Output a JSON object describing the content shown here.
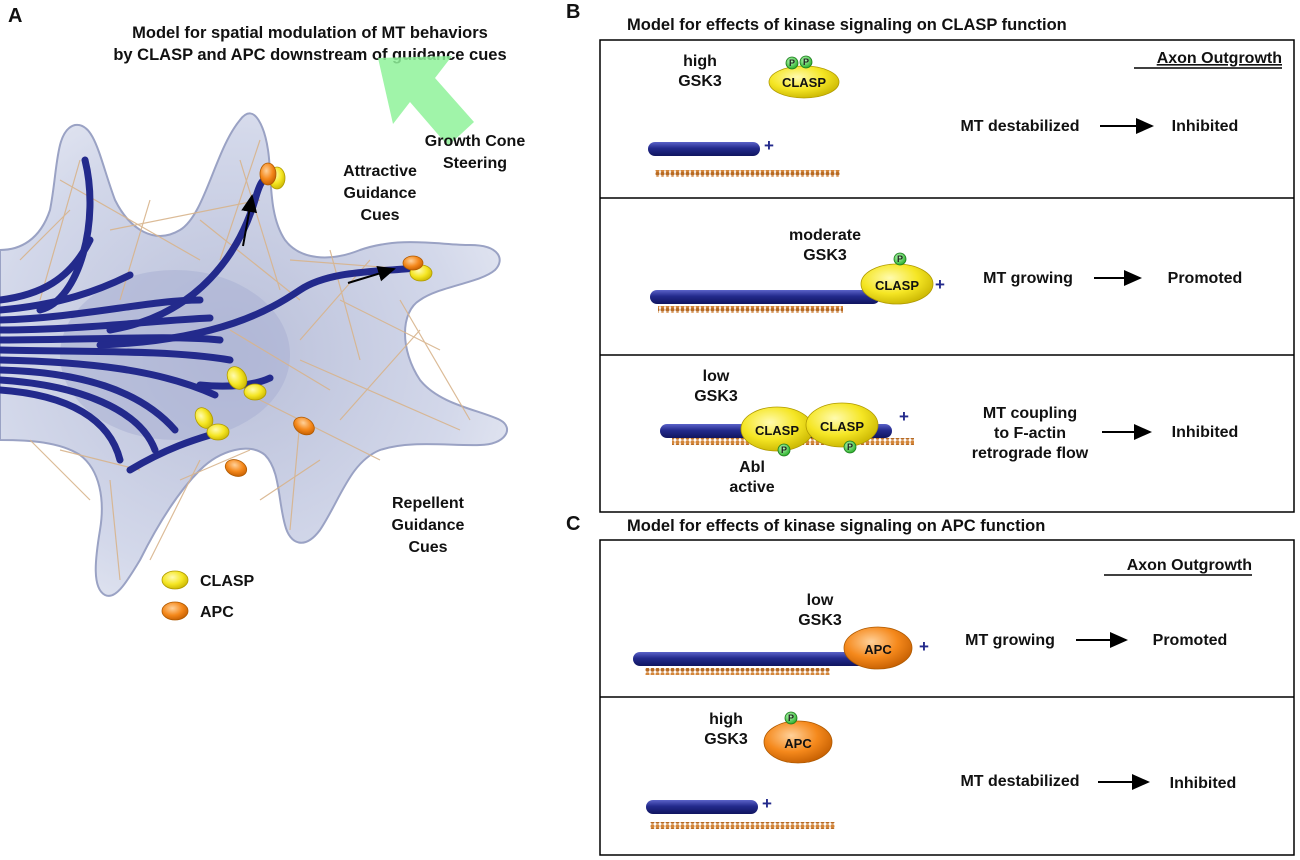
{
  "panel_a": {
    "label": "A",
    "title_lines": [
      "Model for spatial modulation of MT behaviors",
      "by CLASP and APC downstream of guidance cues"
    ],
    "growth_cone_steering": [
      "Growth Cone",
      "Steering"
    ],
    "attractive_cues": [
      "Attractive",
      "Guidance",
      "Cues"
    ],
    "repellent_cues": [
      "Repellent",
      "Guidance",
      "Cues"
    ],
    "legend": [
      {
        "label": "CLASP",
        "color": "#f2e21e"
      },
      {
        "label": "APC",
        "color": "#f58a1f"
      }
    ]
  },
  "panel_b": {
    "label": "B",
    "title": "Model for effects of kinase signaling on CLASP function",
    "header": "Axon Outgrowth",
    "rows": [
      {
        "kinase": [
          "high",
          "GSK3"
        ],
        "protein": "CLASP",
        "mt_state": [
          "MT destabilized"
        ],
        "outcome": "Inhibited",
        "plus": "+",
        "p": [
          "P",
          "P"
        ]
      },
      {
        "kinase": [
          "moderate",
          "GSK3"
        ],
        "protein": "CLASP",
        "mt_state": [
          "MT growing"
        ],
        "outcome": "Promoted",
        "plus": "+",
        "p": [
          "P"
        ]
      },
      {
        "kinase": [
          "low",
          "GSK3"
        ],
        "extra": [
          "Abl",
          "active"
        ],
        "protein": "CLASP",
        "mt_state": [
          "MT coupling",
          "to F-actin",
          "retrograde flow"
        ],
        "outcome": "Inhibited",
        "plus": "+",
        "p": [
          "P",
          "P"
        ]
      }
    ]
  },
  "panel_c": {
    "label": "C",
    "title": "Model for effects of kinase signaling on APC function",
    "header": "Axon Outgrowth",
    "rows": [
      {
        "kinase": [
          "low",
          "GSK3"
        ],
        "protein": "APC",
        "mt_state": [
          "MT growing"
        ],
        "outcome": "Promoted",
        "plus": "+"
      },
      {
        "kinase": [
          "high",
          "GSK3"
        ],
        "protein": "APC",
        "mt_state": [
          "MT destabilized"
        ],
        "outcome": "Inhibited",
        "plus": "+",
        "p": [
          "P"
        ]
      }
    ]
  },
  "colors": {
    "microtubule": "#232a8c",
    "actin": "#d4863a",
    "clasp": "#f2e21e",
    "apc": "#f58a1f",
    "phospho": "#3ec43e",
    "growth_cone": "#c9cfe4",
    "arrow_green": "#8ff29a"
  }
}
